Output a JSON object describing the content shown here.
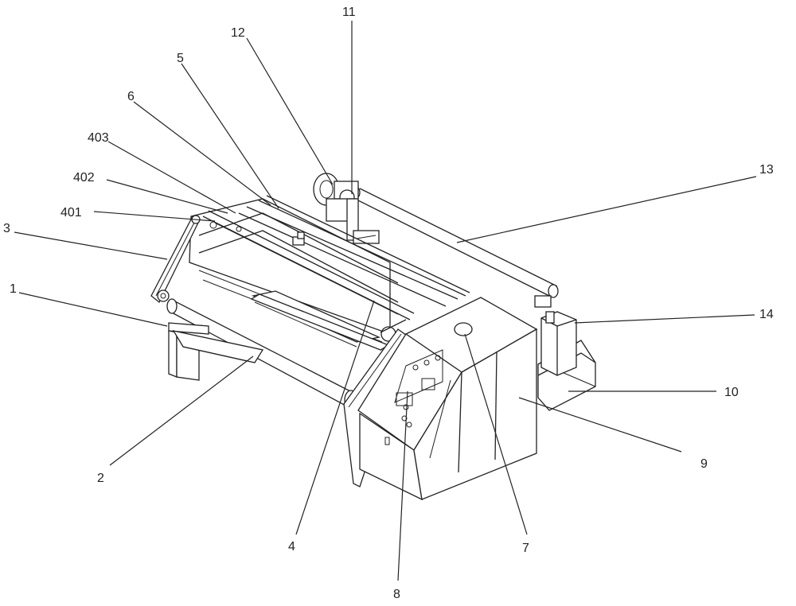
{
  "labels": {
    "l1": "1",
    "l2": "2",
    "l3": "3",
    "l4": "4",
    "l5": "5",
    "l6": "6",
    "l7": "7",
    "l8": "8",
    "l9": "9",
    "l10": "10",
    "l11": "11",
    "l12": "12",
    "l13": "13",
    "l14": "14",
    "l401": "401",
    "l402": "402",
    "l403": "403"
  }
}
